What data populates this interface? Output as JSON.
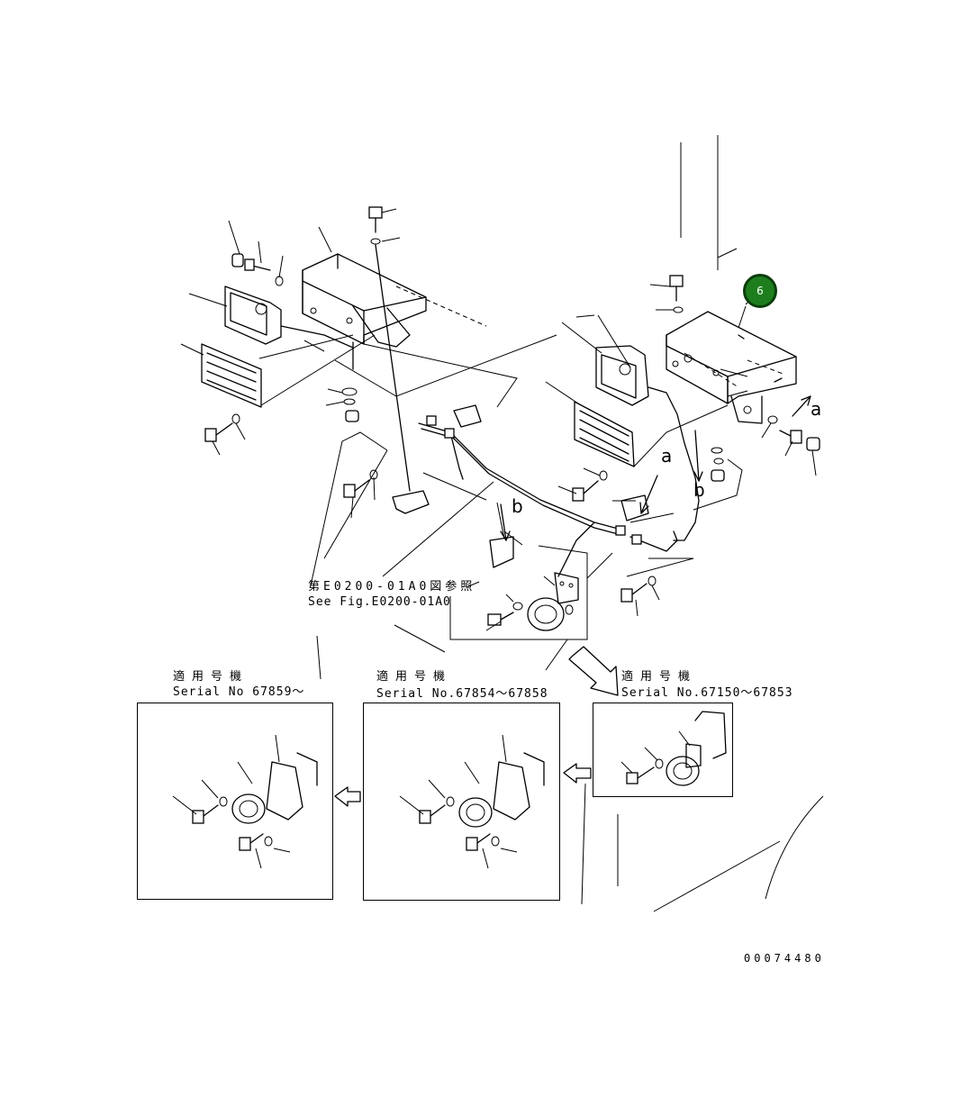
{
  "callout": {
    "label": "6"
  },
  "reference_note": {
    "jp": "第E0200-01A0図参照",
    "en": "See Fig.E0200-01A0"
  },
  "variants": [
    {
      "jp": "適用号機",
      "serial": "Serial No 67859〜"
    },
    {
      "jp": "適用号機",
      "serial": "Serial No.67854〜67858"
    },
    {
      "jp": "適用号機",
      "serial": "Serial No.67150〜67853"
    }
  ],
  "detail_letters": {
    "a1": "a",
    "a2": "a",
    "b1": "b",
    "b2": "b"
  },
  "drawing_number": "00074480"
}
